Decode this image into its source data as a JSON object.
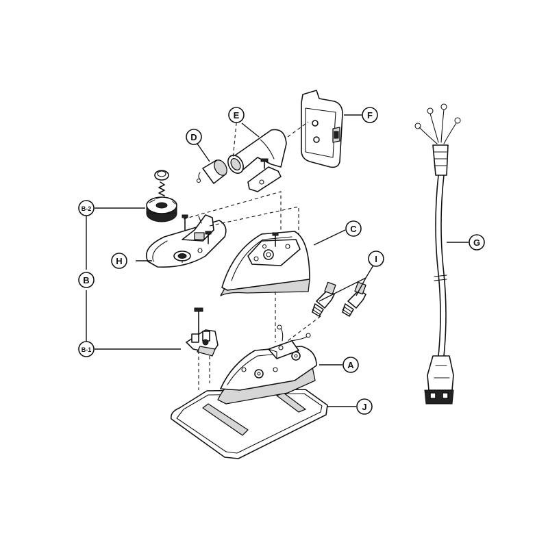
{
  "diagram": {
    "labels": {
      "A": "A",
      "B": "B",
      "B1": "B-1",
      "B2": "B-2",
      "C": "C",
      "D": "D",
      "E": "E",
      "F": "F",
      "G": "G",
      "H": "H",
      "I": "I",
      "J": "J"
    }
  },
  "colors": {
    "line": "#111111",
    "shade": "#d6d6d6",
    "background": "#ffffff"
  }
}
